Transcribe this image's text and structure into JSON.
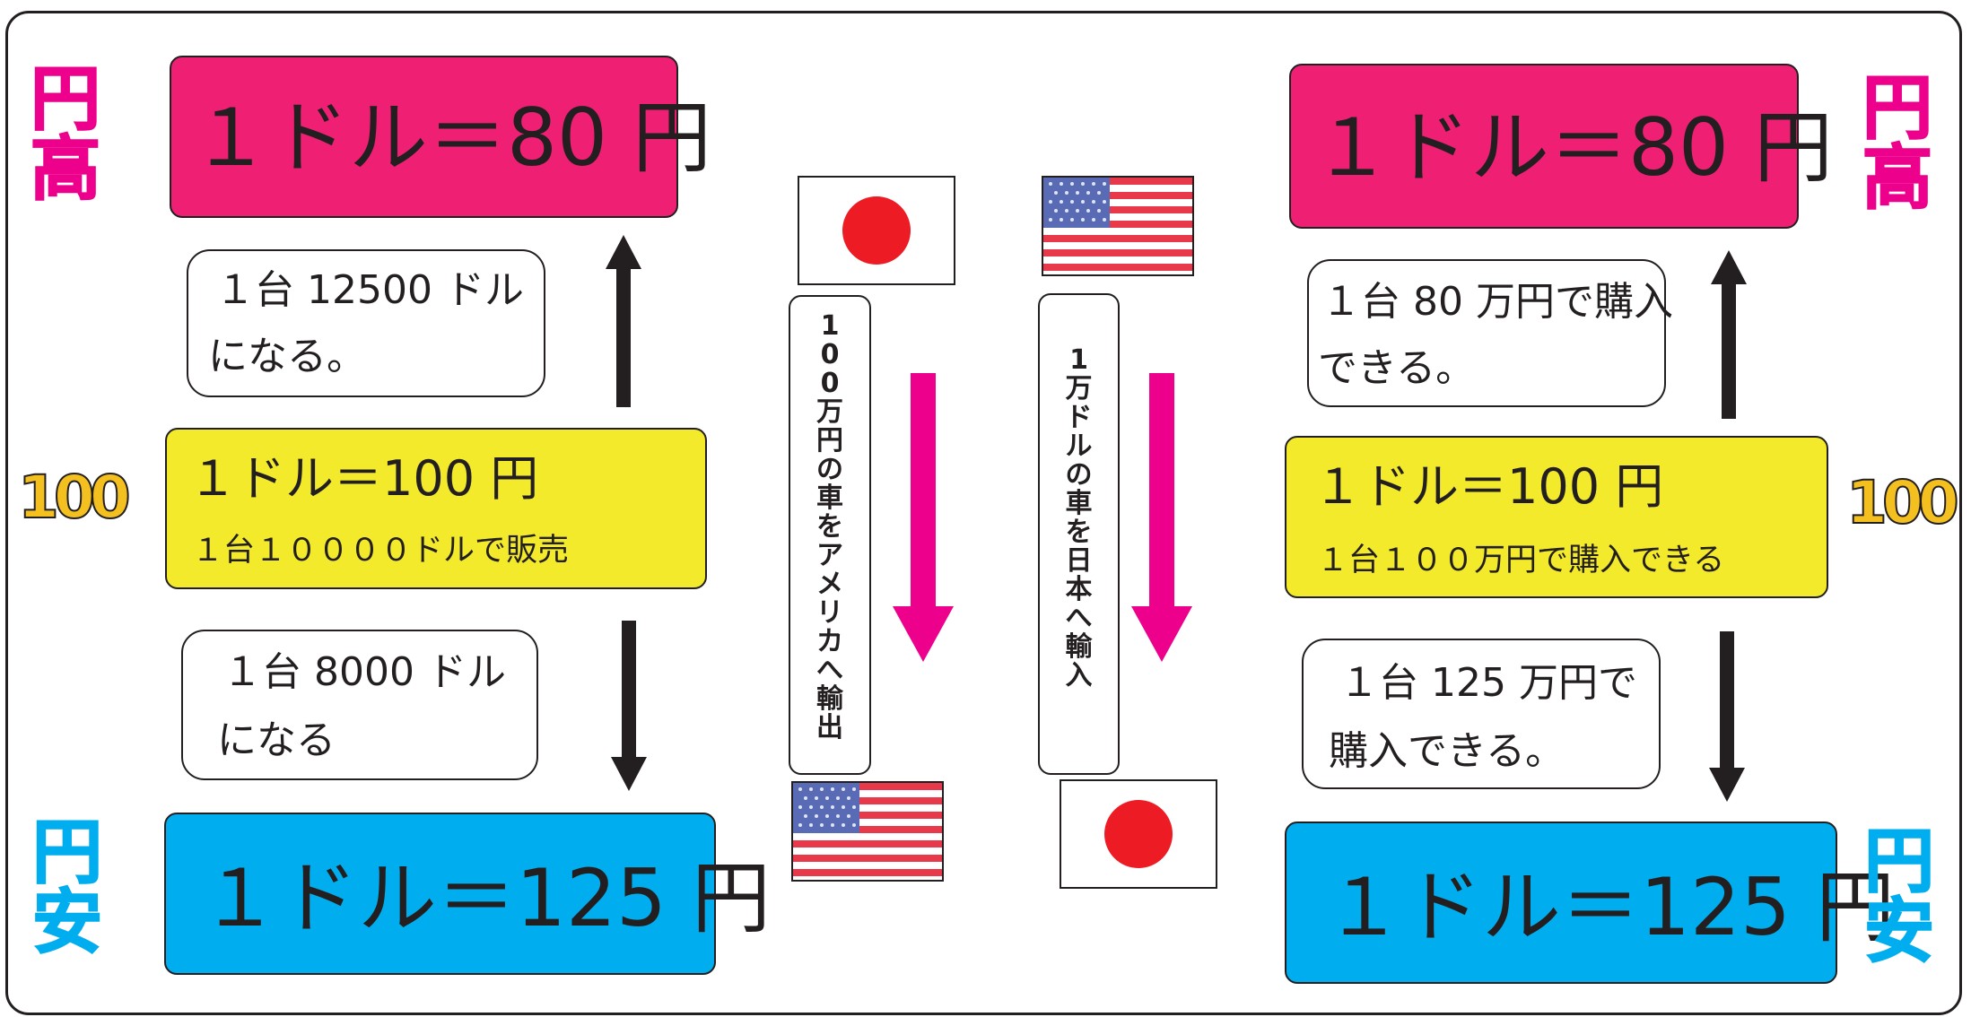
{
  "left": {
    "top_box": "１ドル＝80 円",
    "mid_box_title": "１ドル＝100 円",
    "mid_box_sub": "１台１００００ドルで販売",
    "bottom_box": "１ドル＝125 円",
    "note_up": [
      "１台 12500 ドル",
      "になる。"
    ],
    "note_down": [
      "１台 8000 ドル",
      "になる"
    ]
  },
  "right": {
    "top_box": "１ドル＝80 円",
    "mid_box_title": "１ドル＝100 円",
    "mid_box_sub": "１台１００万円で購入できる",
    "bottom_box": "１ドル＝125 円",
    "note_up": [
      "１台 80 万円で購入",
      "できる。"
    ],
    "note_down": [
      "１台 125 万円で",
      "購入できる。"
    ]
  },
  "labels": {
    "yen_high": [
      "円",
      "高"
    ],
    "yen_low": [
      "円",
      "安"
    ],
    "hundred": "100"
  },
  "export_label": [
    "1",
    "0",
    "0",
    "万",
    "円",
    "の",
    "車",
    "を",
    "ア",
    "メ",
    "リ",
    "カ",
    "へ",
    "輸",
    "出"
  ],
  "import_label": [
    "1",
    "万",
    "ド",
    "ル",
    "の",
    "車",
    "を",
    "日",
    "本",
    "へ",
    "輸",
    "入"
  ],
  "colors": {
    "yen_high": "#ec008c",
    "yen_low": "#00aeef",
    "pink_box": "#ef1f74",
    "yellow_box": "#f4ea2c",
    "blue_box": "#00aeef",
    "flow_arrow": "#ec008c",
    "trend_arrow": "#231f20"
  },
  "icons": [
    "japan-flag-icon",
    "us-flag-icon",
    "arrow-up-icon",
    "arrow-down-icon"
  ]
}
